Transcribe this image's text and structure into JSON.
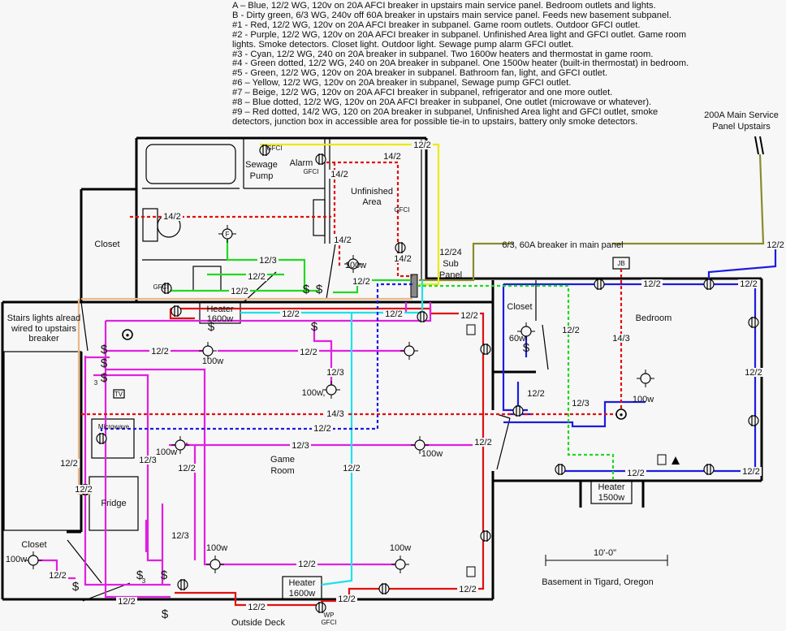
{
  "legend": [
    "A – Blue, 12/2 WG, 120v on 20A AFCI breaker in upstairs main service panel. Bedroom outlets and lights.",
    "B -  Dirty green, 6/3 WG, 240v off 60A breaker in upstairs main service panel. Feeds new basement subpanel.",
    "#1 - Red, 12/2 WG, 120v on 20A AFCI breaker in subpanel. Game room outlets. Outdoor GFCI outlet.",
    "#2 - Purple, 12/2 WG, 120v on 20A AFCI breaker in subpanel. Unfinished Area light and GFCI outlet. Game room",
    "lights. Smoke detectors. Closet light. Outdoor light. Sewage pump alarm GFCI outlet.",
    "#3 - Cyan, 12/2 WG, 240 on 20A breaker in subpanel. Two 1600w heaters and thermostat in game room.",
    "#4 - Green dotted, 12/2 WG, 240 on 20A breaker in subpanel. One 1500w heater (built-in thermostat) in bedroom.",
    "#5 - Green, 12/2 WG, 120v on 20A breaker in subpanel. Bathroom fan, light, and GFCI outlet.",
    "#6 – Yellow, 12/2 WG, 120v on 20A breaker in subpanel, Sewage pump GFCI outlet.",
    "#7 – Beige, 12/2 WG, 120v on 20A AFCI breaker in subpanel, refrigerator and one more outlet.",
    "#8 – Blue dotted, 12/2 WG, 120v on 20A AFCI breaker in subpanel, One outlet (microwave or whatever).",
    "#9 – Red dotted, 14/2 WG, 120 on 20A breaker in subpanel, Unfinished Area light and GFCI outlet, smoke",
    "detectors, junction box in accessible area for possible tie-in to upstairs, battery only smoke detectors."
  ],
  "colors": {
    "blue": "#1c1ce0",
    "olive": "#8a8a2c",
    "red": "#e01010",
    "purple": "#e020e0",
    "cyan": "#20e0e8",
    "green": "#22d822",
    "yellow": "#eaea10",
    "beige": "#e8b888",
    "walls": "#000000"
  },
  "rooms": {
    "closet_upper": "Closet",
    "sewage_1": "Sewage",
    "sewage_2": "Pump",
    "alarm": "Alarm",
    "alarm_gfci": "GFCI",
    "unfinished_1": "Unfinished",
    "unfinished_2": "Area",
    "stairs_1": "Stairs lights alread",
    "stairs_2": "wired to upstairs",
    "stairs_3": "breaker",
    "game_1": "Game",
    "game_2": "Room",
    "bedroom": "Bedroom",
    "closet_bedroom": "Closet",
    "closet_lower": "Closet",
    "fridge": "Fridge",
    "microwave": "Microwave",
    "tv": "TV",
    "heater_a_1": "Heater",
    "heater_a_2": "1600w",
    "heater_b_1": "Heater",
    "heater_b_2": "1600w",
    "heater_c_1": "Heater",
    "heater_c_2": "1500w",
    "deck": "Outside Deck",
    "wp": "WP",
    "wp_gfci": "GFCI",
    "jb": "JB",
    "gfci_pump": "GFCI",
    "gfci_unfinished": "GFCI",
    "gfci_bath": "GFCI",
    "main_panel_1": "200A Main Service",
    "main_panel_2": "Panel Upstairs",
    "feeder": "6/3, 60A breaker in main panel",
    "sub_1": "12/24",
    "sub_2": "Sub",
    "sub_3": "Panel",
    "scale": "10'-0\"",
    "caption": "Basement in Tigard, Oregon",
    "fan": "F",
    "three_way_1": "3",
    "three_way_2": "3"
  },
  "wire_labels": [
    "12/2",
    "14/2",
    "14/2",
    "14/2",
    "14/2",
    "14/2",
    "12/3",
    "12/2",
    "12/2",
    "12/2",
    "12/2",
    "12/2",
    "12/2",
    "12/2",
    "12/2",
    "12/2",
    "12/3",
    "14/3",
    "12/2",
    "12/3",
    "12/2",
    "12/2",
    "12/3",
    "12/2",
    "12/2",
    "12/2",
    "12/3",
    "12/2",
    "12/2",
    "12/2",
    "12/2",
    "12/2",
    "12/2",
    "12/2",
    "12/2",
    "12/2",
    "14/3",
    "12/2",
    "12/2",
    "12/3",
    "12/2",
    "12/2"
  ],
  "watt_labels": [
    "100w",
    "100w",
    "100w,",
    "100w",
    "100w",
    "100w",
    "100w",
    "100w",
    "60w",
    "100w"
  ]
}
